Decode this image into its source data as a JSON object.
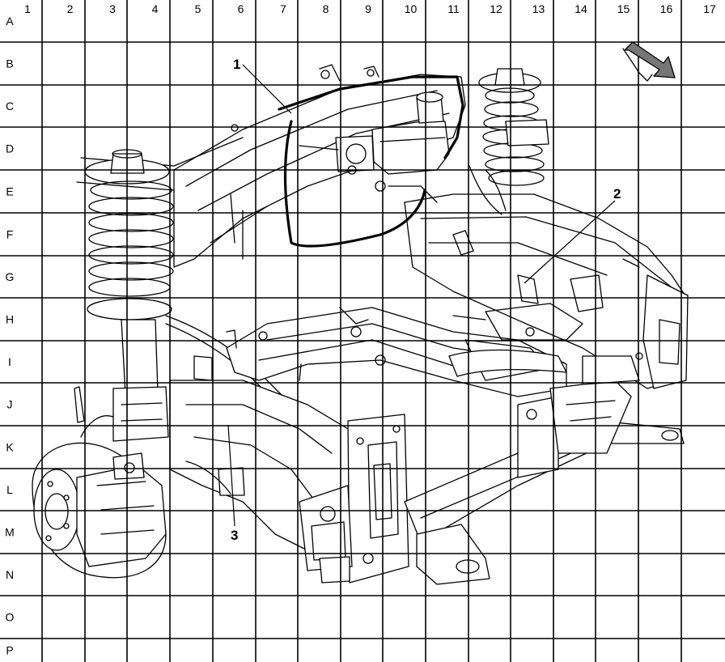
{
  "grid": {
    "columns": [
      "1",
      "2",
      "3",
      "4",
      "5",
      "6",
      "7",
      "8",
      "9",
      "10",
      "11",
      "12",
      "13",
      "14",
      "15",
      "16",
      "17"
    ],
    "rows": [
      "A",
      "B",
      "C",
      "D",
      "E",
      "F",
      "G",
      "H",
      "I",
      "J",
      "K",
      "L",
      "M",
      "N",
      "O",
      "P"
    ]
  },
  "callouts": [
    {
      "label": "1"
    },
    {
      "label": "2"
    },
    {
      "label": "3"
    }
  ]
}
